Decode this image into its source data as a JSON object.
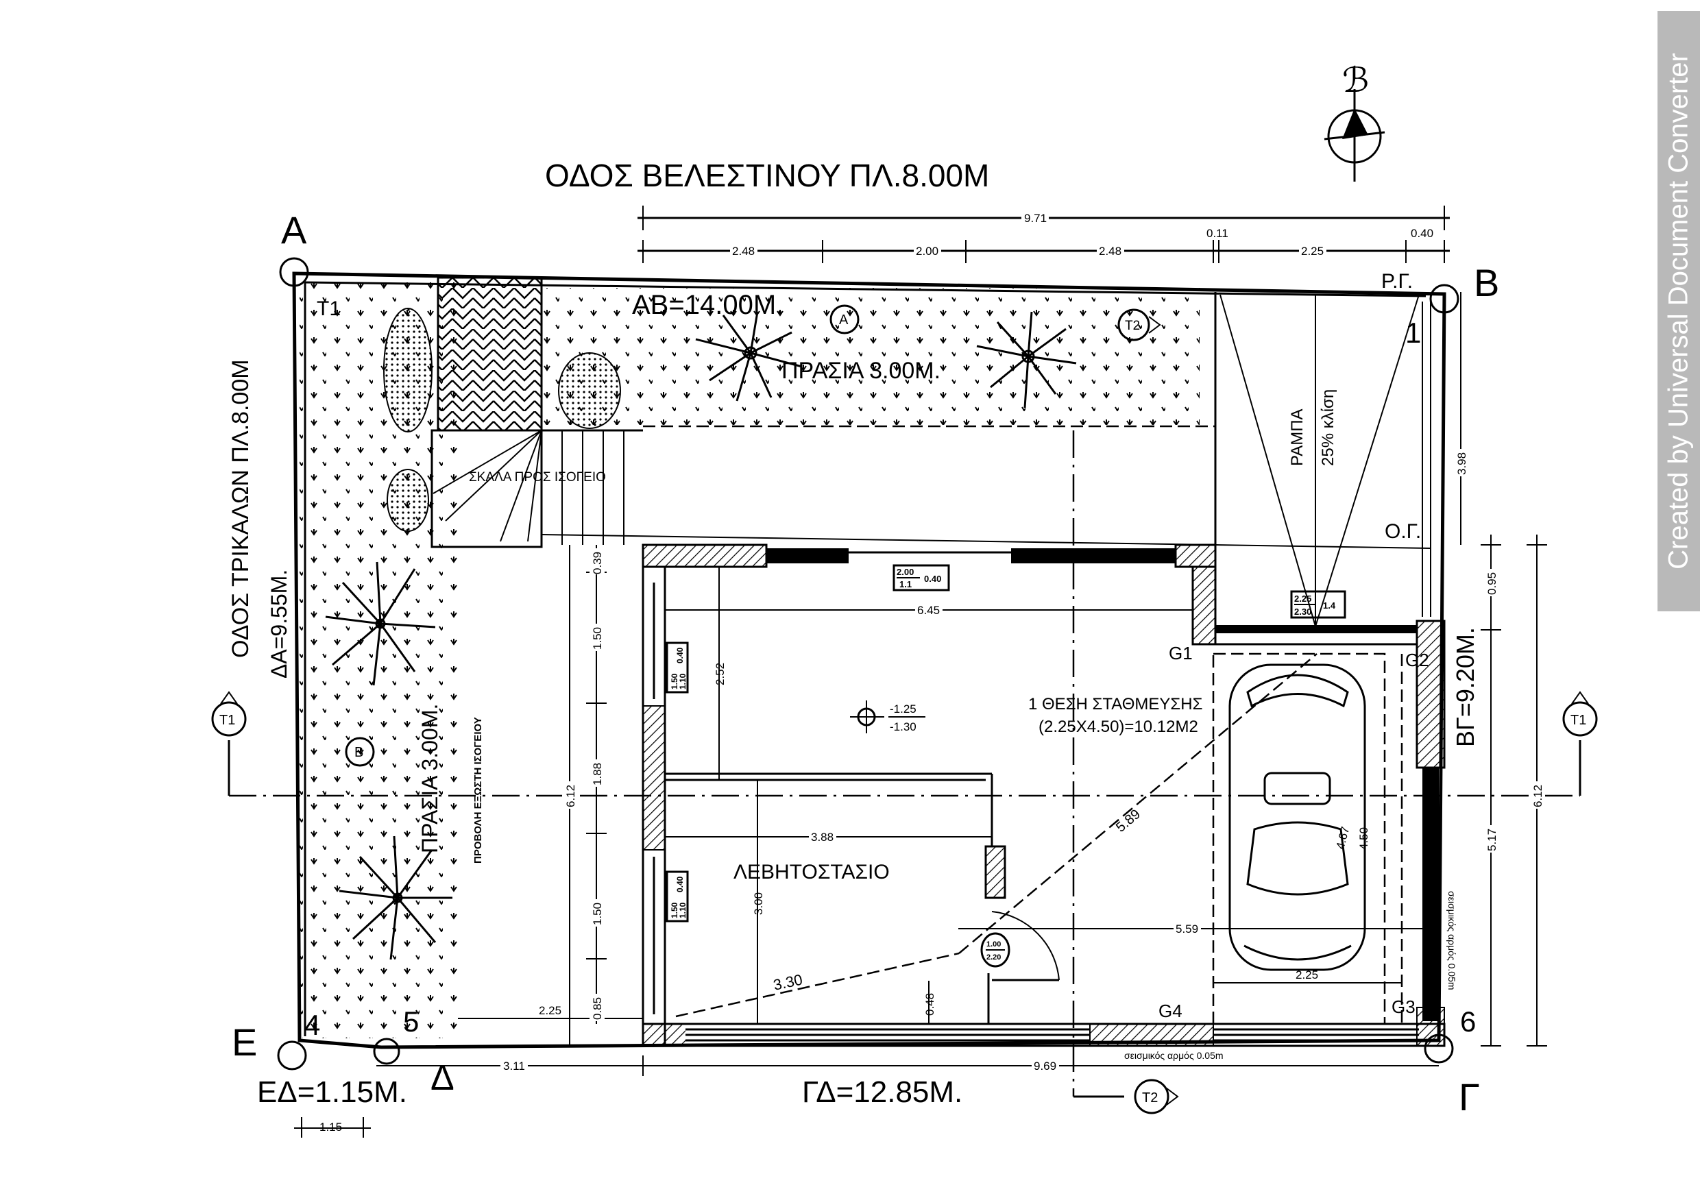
{
  "title": "ΟΔΟΣ ΒΕΛΕΣΤΙΝΟΥ ΠΛ.8.00Μ",
  "side_street": "ΟΔΟΣ ΤΡΙΚΑΛΩΝ ΠΛ.8.00Μ",
  "north_label": "ℬ",
  "corners": {
    "A": "A",
    "B": "B",
    "G": "Γ",
    "D": "Δ",
    "E": "Ε"
  },
  "sides": {
    "AB": "ΑΒ=14.00Μ.",
    "DA": "ΔΑ=9.55Μ.",
    "BG": "ΒΓ=9.20Μ.",
    "GD": "ΓΔ=12.85Μ.",
    "ED": "ΕΔ=1.15Μ."
  },
  "points": {
    "p1": "1",
    "p4": "4",
    "p5": "5",
    "p6": "6"
  },
  "lines": {
    "rg": "Ρ.Γ.",
    "og": "Ο.Γ."
  },
  "sections": {
    "t1": "T1",
    "t2": "T2",
    "t1_corner": "T1"
  },
  "tree_tags": {
    "a": "A",
    "b": "B"
  },
  "grid": {
    "g1": "G1",
    "g2": "G2",
    "g3": "G3",
    "g4": "G4"
  },
  "areas": {
    "prasia_top": "ΠΡΑΣΙΑ 3.00Μ.",
    "prasia_left": "ΠΡΑΣΙΑ 3.00Μ.",
    "stair": "ΣΚΑΛΑ ΠΡΟΣ ΙΣΟΓΕΙΟ",
    "balcony": "ΠΡΟΒΟΛΗ ΕΞΩΣΤΗ ΙΣΟΓΕΙΟΥ",
    "ramp": "ΡΑΜΠΑ",
    "ramp_slope": "25% κλίση",
    "parking_1": "1 ΘΕΣΗ ΣΤΑΘΜΕΥΣΗΣ",
    "parking_2": "(2.25Χ4.50)=10.12Μ2",
    "boiler": "ΛΕΒΗΤΟΣΤΑΣΙΟ",
    "seismic": "σεισμικός αρμός 0.05m"
  },
  "level": {
    "top": "-1.25",
    "bottom": "-1.30"
  },
  "dims": {
    "top_total": "9.71",
    "top_row": [
      "2.48",
      "2.00",
      "2.48",
      "0.11",
      "2.25",
      "0.40"
    ],
    "left_row": [
      "0.39",
      "1.50",
      "1.88",
      "1.50",
      "0.85"
    ],
    "left_total": "6.12",
    "right_ramp": "3.98",
    "right_small": "0.95",
    "right_lower": "5.17",
    "right_total": "6.12",
    "d645": "6.45",
    "d252": "2.52",
    "d388": "3.88",
    "d300": "3.00",
    "d048": "0.48",
    "d559": "5.59",
    "d330": "3.30",
    "d589": "5.89",
    "garage_w": "2.25",
    "bottom_left": "2.25",
    "b311": "3.11",
    "b969": "9.69",
    "b115": "1.15",
    "car_a": "4.67",
    "car_b": "4.50"
  },
  "openings": {
    "w_top": {
      "num": "2.00",
      "den": "1.1",
      "sill": "0.40"
    },
    "w_left1": {
      "num": "1.50",
      "den": "1.10",
      "sill": "0.40"
    },
    "w_left2": {
      "num": "1.50",
      "den": "1.10",
      "sill": "0.40"
    },
    "garage_door": {
      "num": "2.25",
      "den": "2.30",
      "sill": "1.4"
    },
    "door": {
      "num": "1.00",
      "den": "2.20"
    }
  },
  "watermark": "Created by Universal Document Converter"
}
